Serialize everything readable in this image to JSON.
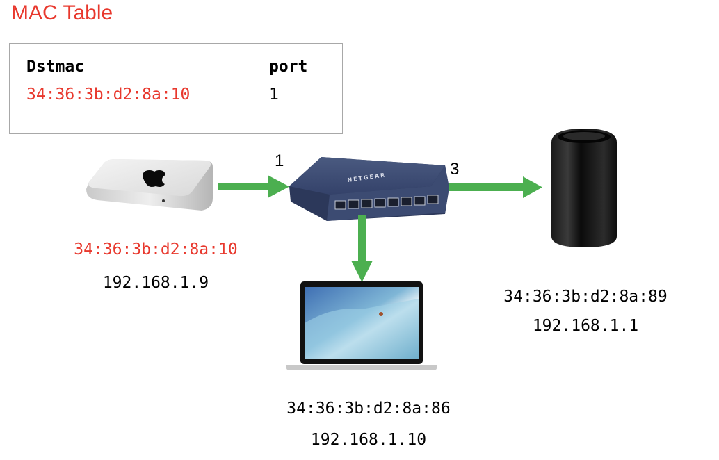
{
  "title": "MAC Table",
  "mac_table": {
    "headers": [
      "Dstmac",
      "port"
    ],
    "rows": [
      {
        "dstmac": "34:36:3b:d2:8a:10",
        "port": "1"
      }
    ]
  },
  "switch": {
    "icon": "network-switch-icon",
    "brand": "NETGEAR",
    "port_labels": {
      "in": "1",
      "out": "3"
    }
  },
  "devices": [
    {
      "name": "mac-mini",
      "icon": "mac-mini-icon",
      "mac": "34:36:3b:d2:8a:10",
      "ip": "192.168.1.9",
      "mac_color": "#e8382d"
    },
    {
      "name": "macbook",
      "icon": "laptop-icon",
      "mac": "34:36:3b:d2:8a:86",
      "ip": "192.168.1.10",
      "mac_color": "#000000"
    },
    {
      "name": "mac-pro",
      "icon": "mac-pro-icon",
      "mac": "34:36:3b:d2:8a:89",
      "ip": "192.168.1.1",
      "mac_color": "#000000"
    }
  ],
  "colors": {
    "accent_red": "#e8382d",
    "arrow_green": "#4caf50",
    "switch_blue": "#3b4a6b"
  }
}
